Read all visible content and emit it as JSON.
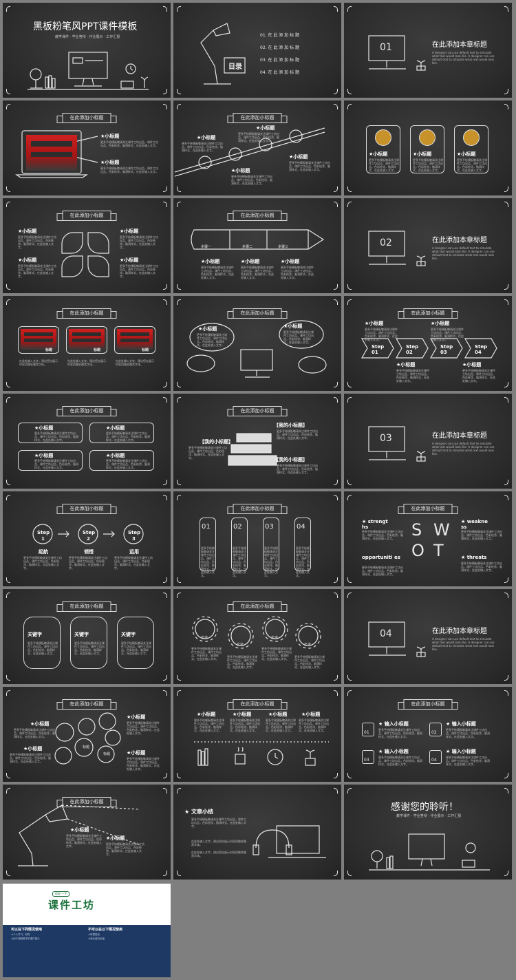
{
  "cover": {
    "title": "黑板粉笔风PPT课件模板",
    "subtitle": "教学课件 · 学业答辩 · 作业展示 · 工作汇报"
  },
  "toc": {
    "badge": "目录",
    "items": [
      "01. 在 此 添 加 标 题",
      "02. 在 此 添 加 标 题",
      "03. 在 此 添 加 标 题",
      "04. 在 此 添 加 标 题"
    ]
  },
  "section_slides": [
    {
      "num": "01",
      "title": "在此添加本章标题",
      "desc": "A designer can use default text to simulate what text would look like. A designer can use default text to simulate what text would look like."
    },
    {
      "num": "02",
      "title": "在此添加本章标题",
      "desc": "A designer can use default text to simulate what text would look like. A designer can use default text to simulate what text would look like."
    },
    {
      "num": "03",
      "title": "在此添加本章标题",
      "desc": "A designer can use default text to simulate what text would look like. A designer can use default text to simulate what text would look like."
    },
    {
      "num": "04",
      "title": "在此添加本章标题",
      "desc": "A designer can use default text to simulate what text would look like. A designer can use default text to simulate what text would look like."
    }
  ],
  "common": {
    "ribbon": "在此添加小标题",
    "subheading": "小标题",
    "star_sub": "★小标题",
    "body": "更多手绘模板敬请关注课件工坊出品，课件工坊出品，色彩绘涂，脑洞样式，在此处输入文字。",
    "body_short": "在此处输入文字，建议您在展示时采用微软雅黑字体。",
    "tag_label": "标题",
    "keyword": "关键字",
    "input_sub": "★ 输入小标题",
    "fancy_sub": "【我的小标题】",
    "summary": "★ 文章小结"
  },
  "steps_arrow": [
    "步骤一",
    "步骤二",
    "步骤三"
  ],
  "chevron_steps": [
    "Step 01",
    "Step 02",
    "Step 03",
    "Step 04"
  ],
  "circle_steps": {
    "label": "Step",
    "nums": [
      "1",
      "2",
      "3"
    ],
    "captions": [
      "起航",
      "领悟",
      "运用"
    ]
  },
  "numbered_cards": [
    "01",
    "02",
    "03",
    "04"
  ],
  "swot": {
    "letters": [
      "S",
      "W",
      "O",
      "T"
    ],
    "labels": [
      "★ strengt hs",
      "★ weakne ss",
      "opportuniti es",
      "★ threats"
    ]
  },
  "gears": {
    "label": "文字"
  },
  "input_cards": [
    "01",
    "02",
    "03",
    "04"
  ],
  "ending": {
    "title": "感谢您的聆听！",
    "subtitle": "教学课件 · 学业答辩 · 作业展示 · 工作汇报"
  },
  "footer": {
    "tag": "你好 一下",
    "brand": "课件工坊",
    "left_title": "可以在下列情况使用",
    "right_title": "不可以在以下情况使用",
    "left_lines": [
      "★个人学习、研究",
      "★用于课程教学的课件展示"
    ],
    "right_lines": [
      "★转载售卖",
      "★商业盈利用途"
    ]
  }
}
